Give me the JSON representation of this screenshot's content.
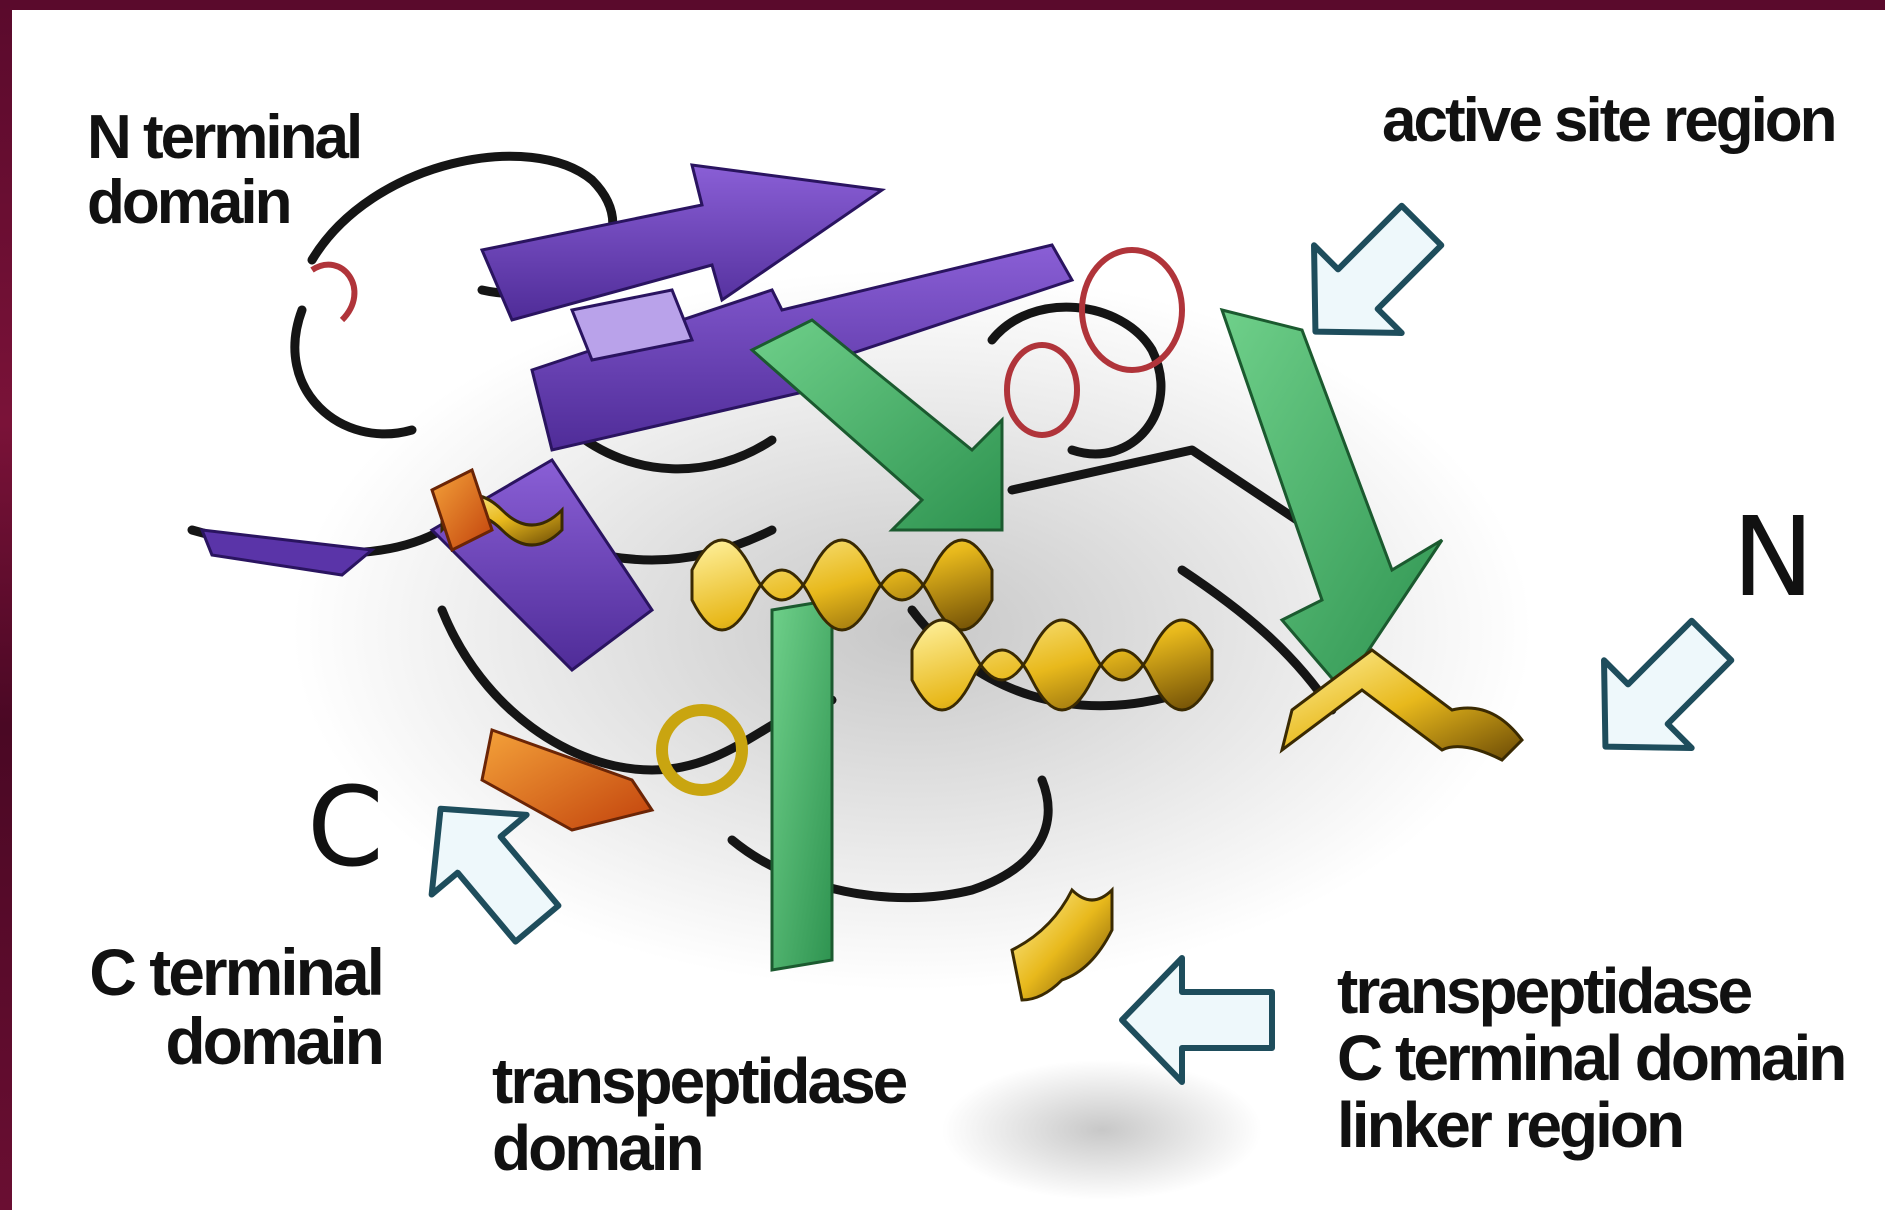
{
  "labels": {
    "n_terminal_domain": "N terminal\ndomain",
    "active_site_region": "active site region",
    "n_terminus": "N",
    "c_terminus": "C",
    "c_terminal_domain": "C terminal\ndomain",
    "transpeptidase_domain": "transpeptidase\ndomain",
    "transpeptidase_linker": "transpeptidase\nC terminal domain\nlinker region"
  },
  "colors": {
    "background": "#ffffff",
    "border": "#5a0a2c",
    "n_domain_strand": "#6b3fb8",
    "transpeptidase_strand": "#3fae5f",
    "helix": "#e6b91e",
    "c_domain_strand": "#e8711a",
    "loop": "#1a1a1a",
    "arrow_fill": "#eef8fb",
    "arrow_stroke": "#1e4d5c"
  }
}
